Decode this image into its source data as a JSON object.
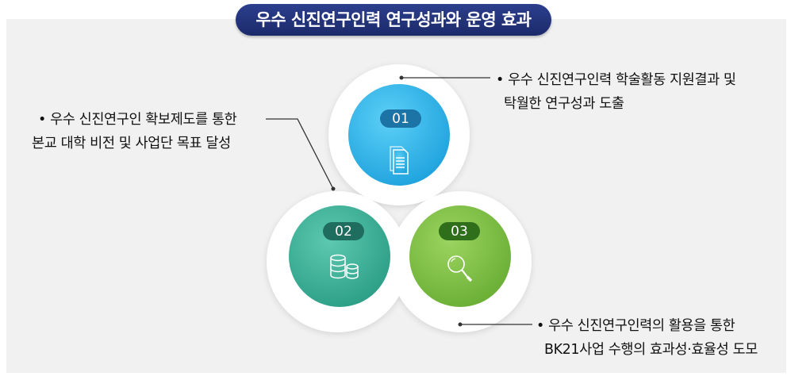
{
  "title": "우수 신진연구인력 연구성과와 운영 효과",
  "items": [
    {
      "number": "01",
      "icon": "document-icon",
      "color": "#2bb3ea",
      "lines": [
        "• 우수 신진연구인력 학술활동 지원결과 및",
        "탁월한 연구성과 도출"
      ]
    },
    {
      "number": "02",
      "icon": "database-icon",
      "color": "#3bb39a",
      "lines": [
        "• 우수 신진연구인  확보제도를 통한",
        "본교 대학 비전 및 사업단 목표 달성"
      ]
    },
    {
      "number": "03",
      "icon": "search-icon",
      "color": "#7dbd41",
      "lines": [
        "• 우수 신진연구인력의 활용을 통한",
        "BK21사업 수행의 효과성·효율성 도모"
      ]
    }
  ]
}
